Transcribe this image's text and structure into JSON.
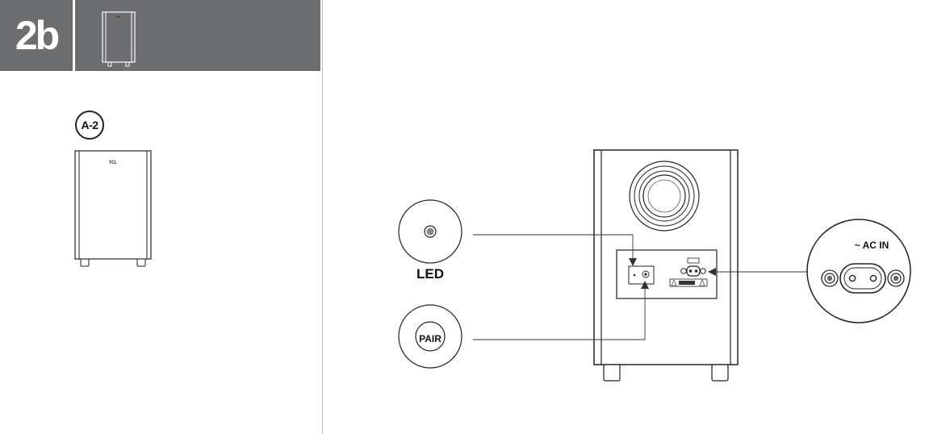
{
  "header": {
    "step_label": "2b",
    "logo_text": "TCL"
  },
  "part_ref": "A-2",
  "callouts": {
    "led_label": "LED",
    "pair_label": "PAIR",
    "ac_in_label": "~ AC IN"
  },
  "colors": {
    "header_bg": "#6d6e70",
    "line": "#222222",
    "divider": "#bdbdbd"
  }
}
